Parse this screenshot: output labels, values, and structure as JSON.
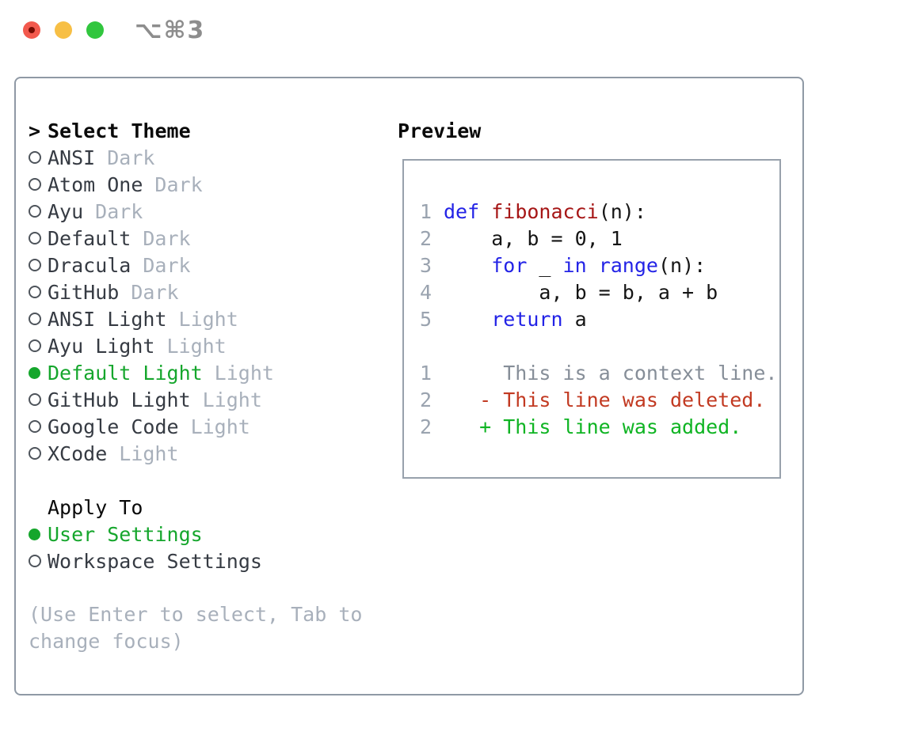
{
  "window": {
    "shortcut": "⌥⌘3"
  },
  "theme_list": {
    "prompt": ">",
    "title": "Select Theme",
    "items": [
      {
        "name": "ANSI",
        "tag": "Dark",
        "selected": false
      },
      {
        "name": "Atom One",
        "tag": "Dark",
        "selected": false
      },
      {
        "name": "Ayu",
        "tag": "Dark",
        "selected": false
      },
      {
        "name": "Default",
        "tag": "Dark",
        "selected": false
      },
      {
        "name": "Dracula",
        "tag": "Dark",
        "selected": false
      },
      {
        "name": "GitHub",
        "tag": "Dark",
        "selected": false
      },
      {
        "name": "ANSI Light",
        "tag": "Light",
        "selected": false
      },
      {
        "name": "Ayu Light",
        "tag": "Light",
        "selected": false
      },
      {
        "name": "Default Light",
        "tag": "Light",
        "selected": true
      },
      {
        "name": "GitHub Light",
        "tag": "Light",
        "selected": false
      },
      {
        "name": "Google Code",
        "tag": "Light",
        "selected": false
      },
      {
        "name": "XCode",
        "tag": "Light",
        "selected": false
      }
    ]
  },
  "apply_to": {
    "title": "Apply To",
    "options": [
      {
        "label": "User Settings",
        "selected": true
      },
      {
        "label": "Workspace Settings",
        "selected": false
      }
    ]
  },
  "help_text": "(Use Enter to select, Tab to change focus)",
  "preview": {
    "title": "Preview",
    "lines": [
      {
        "num": "1",
        "tokens": [
          {
            "t": "def",
            "c": "kw"
          },
          {
            "t": " ",
            "c": "plain"
          },
          {
            "t": "fibonacci",
            "c": "fn"
          },
          {
            "t": "(n):",
            "c": "plain"
          }
        ]
      },
      {
        "num": "2",
        "tokens": [
          {
            "t": "    a, b = 0, 1",
            "c": "plain"
          }
        ]
      },
      {
        "num": "3",
        "tokens": [
          {
            "t": "    ",
            "c": "plain"
          },
          {
            "t": "for",
            "c": "kw"
          },
          {
            "t": " _ ",
            "c": "plain"
          },
          {
            "t": "in",
            "c": "kw"
          },
          {
            "t": " ",
            "c": "plain"
          },
          {
            "t": "range",
            "c": "kw"
          },
          {
            "t": "(n):",
            "c": "plain"
          }
        ]
      },
      {
        "num": "4",
        "tokens": [
          {
            "t": "        a, b = b, a + b",
            "c": "plain"
          }
        ]
      },
      {
        "num": "5",
        "tokens": [
          {
            "t": "    ",
            "c": "plain"
          },
          {
            "t": "return",
            "c": "kw"
          },
          {
            "t": " a",
            "c": "plain"
          }
        ]
      },
      {
        "num": "",
        "tokens": []
      },
      {
        "num": "1",
        "tokens": [
          {
            "t": "     This is a context line.",
            "c": "ctx"
          }
        ]
      },
      {
        "num": "2",
        "tokens": [
          {
            "t": "   - This line was deleted.",
            "c": "del"
          }
        ]
      },
      {
        "num": "2",
        "tokens": [
          {
            "t": "   + This line was added.",
            "c": "add"
          }
        ]
      }
    ]
  },
  "colors": {
    "traffic_red": "#f2594d",
    "traffic_red_core": "#750b02",
    "traffic_yellow": "#f7bf45",
    "traffic_green": "#31c63e",
    "titlebar_text": "#8d8d8d",
    "frame_border": "#8f99a5",
    "preview_border": "#98a1ac",
    "header_text": "#0a0a0a",
    "item_text": "#363b43",
    "muted_text": "#a8b0bb",
    "radio_stroke": "#4e545b",
    "accent_green": "#15a62c",
    "line_number": "#9aa3af",
    "keyword": "#2323e6",
    "function_name": "#a61616",
    "code_plain": "#151515",
    "diff_context": "#868e98",
    "diff_deleted": "#c23a22",
    "diff_added": "#0fb423"
  }
}
